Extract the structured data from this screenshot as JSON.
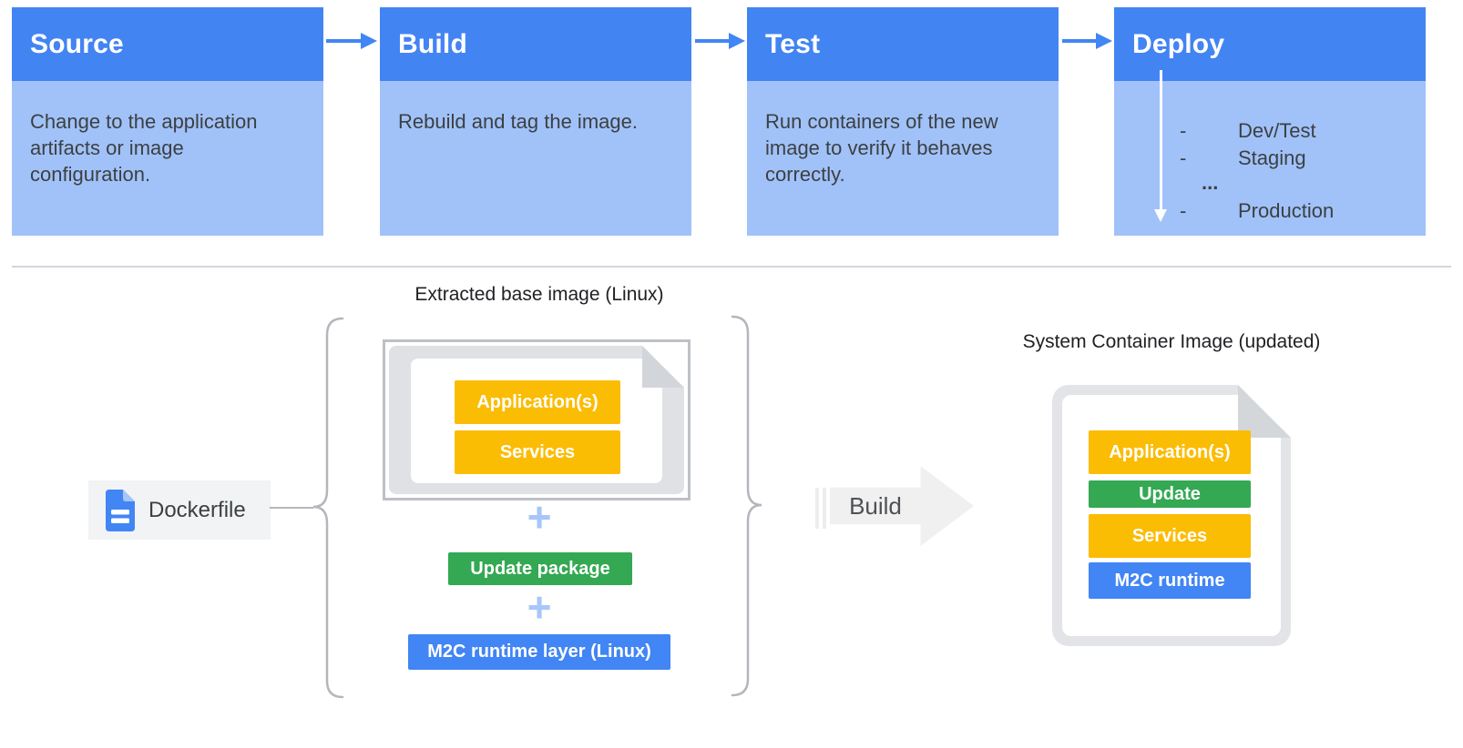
{
  "pipeline": {
    "stages": [
      {
        "title": "Source",
        "description": "Change to the application artifacts or image configuration."
      },
      {
        "title": "Build",
        "description": "Rebuild and tag the image."
      },
      {
        "title": "Test",
        "description": "Run containers of the new image to verify it behaves correctly."
      },
      {
        "title": "Deploy",
        "items": [
          {
            "bullet": "-",
            "label": "Dev/Test"
          },
          {
            "bullet": "-",
            "label": "Staging"
          },
          {
            "bullet": "",
            "label": "..."
          },
          {
            "bullet": "-",
            "label": "Production"
          }
        ]
      }
    ]
  },
  "build_flow": {
    "dockerfile": {
      "label": "Dockerfile",
      "icon": "blue-document-icon"
    },
    "extracted_group": {
      "title": "Extracted base image (Linux)",
      "base_image_layers": [
        "Application(s)",
        "Services"
      ],
      "plus_symbol": "+",
      "update_package_label": "Update package",
      "runtime_layer_label": "M2C runtime layer (Linux)"
    },
    "build_arrow_label": "Build",
    "system_image": {
      "title": "System Container Image (updated)",
      "layers": [
        {
          "label": "Application(s)",
          "color": "#fbbc04"
        },
        {
          "label": "Update",
          "color": "#34a853"
        },
        {
          "label": "Services",
          "color": "#fbbc04"
        },
        {
          "label": "M2C runtime",
          "color": "#4285f4"
        }
      ]
    }
  },
  "colors": {
    "stage_header_blue": "#4384f3",
    "stage_body_blue": "#a1c2f8",
    "arrow_blue": "#4285f4",
    "layer_yellow": "#fbbc04",
    "layer_green": "#34a853",
    "layer_blue": "#4285f4",
    "plus_light_blue": "#a8c6f9",
    "text_dark": "#3c4043",
    "divider_gray": "#d2d5da",
    "doc_gray": "#e2e4e7"
  }
}
